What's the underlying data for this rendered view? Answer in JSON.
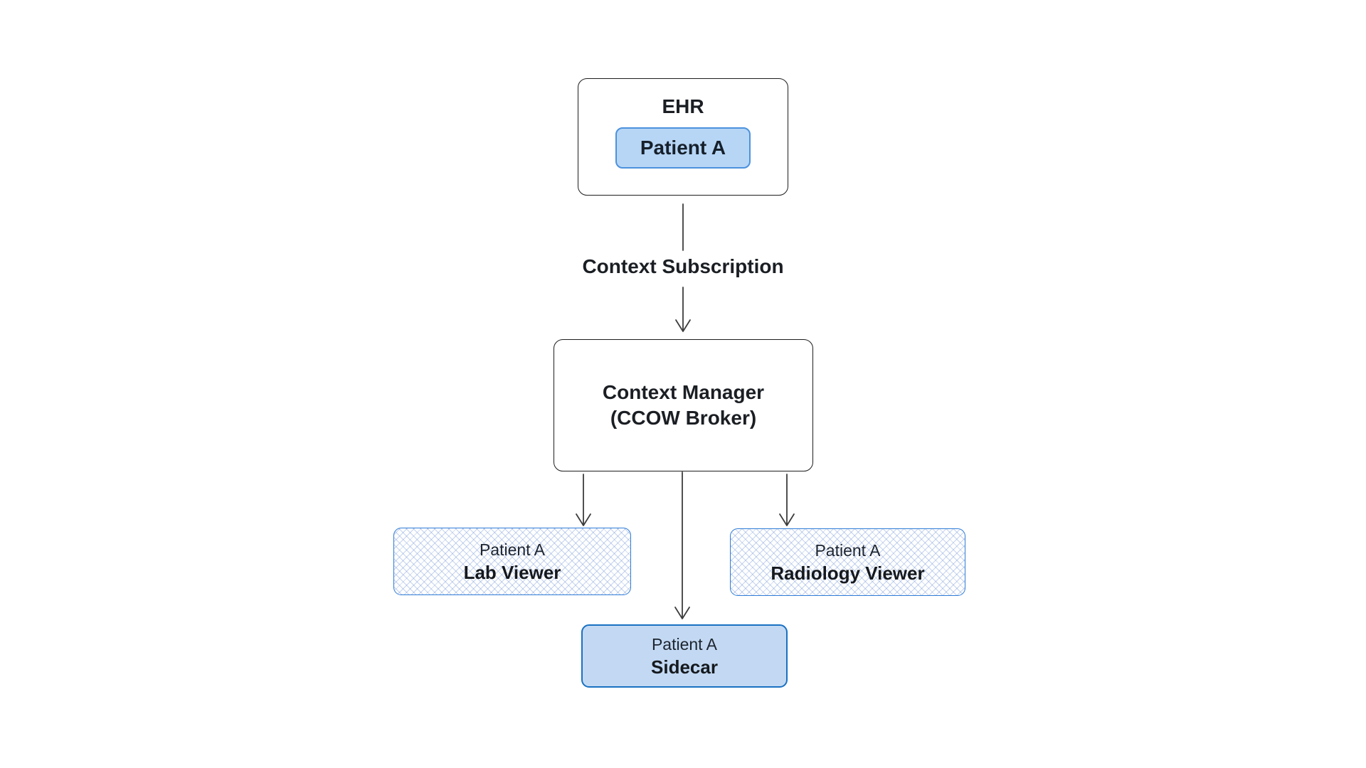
{
  "canvas": {
    "background": "#ffffff"
  },
  "ehr_node": {
    "title": "EHR",
    "badge_label": "Patient A"
  },
  "subscription_edge": {
    "label": "Context Subscription"
  },
  "context_manager_node": {
    "title_line1": "Context Manager",
    "title_line2": "(CCOW Broker)"
  },
  "lab_viewer_node": {
    "patient_label": "Patient A",
    "app_label": "Lab Viewer"
  },
  "radiology_viewer_node": {
    "patient_label": "Patient A",
    "app_label": "Radiology Viewer"
  },
  "sidecar_node": {
    "patient_label": "Patient A",
    "app_label": "Sidecar"
  },
  "colors": {
    "node_border_dark": "#1e1e1e",
    "arrow_stroke": "#3c3c3c",
    "hatch_border_blue": "#2f7cd6",
    "sidecar_border_blue": "#1971c2",
    "badge_border_blue": "#4c92dd",
    "badge_fill": "#b7d6f6",
    "sidecar_fill": "#c3d9f3",
    "text_dark": "#1b1f24"
  }
}
